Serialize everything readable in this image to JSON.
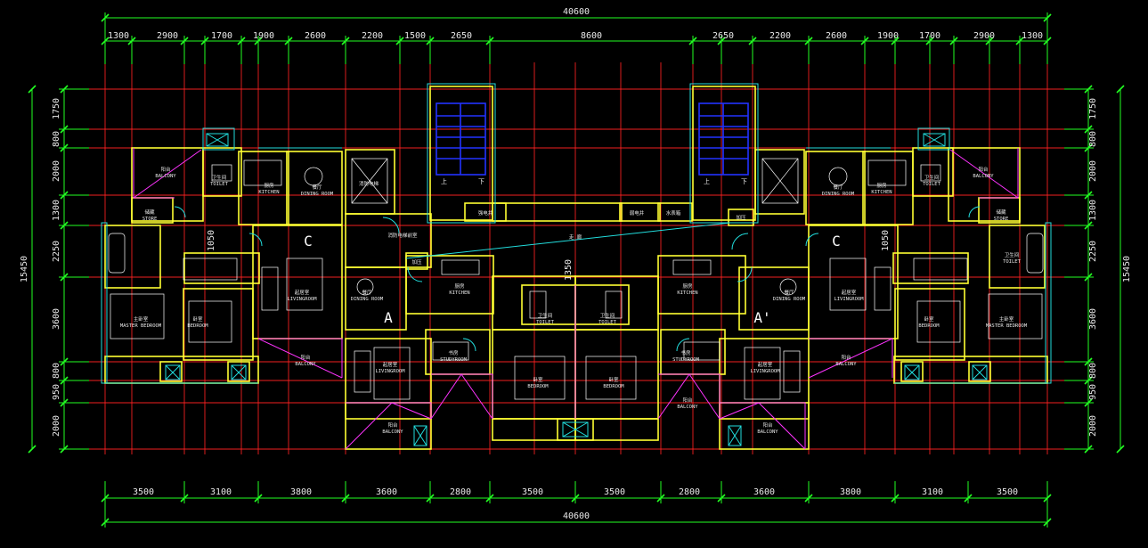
{
  "colors": {
    "background": "#000000",
    "dimension": "#22ff22",
    "axis": "#ff2222",
    "wall": "#ffff33",
    "window": "#22dddd",
    "balcony_outline": "#ff33ff",
    "text": "#e8e8e8",
    "stair": "#2233ff"
  },
  "dimensions": {
    "top_total": "40600",
    "top_segments": [
      "1300",
      "2900",
      "1700",
      "1900",
      "2600",
      "2200",
      "1500",
      "2650",
      "8600",
      "2650",
      "2200",
      "2600",
      "1900",
      "1700",
      "2900",
      "1300"
    ],
    "bottom_segments": [
      "3500",
      "3100",
      "3800",
      "3600",
      "2800",
      "3500",
      "3500",
      "2800",
      "3600",
      "3800",
      "3100",
      "3500"
    ],
    "bottom_total": "40600",
    "left_segments": [
      "1750",
      "800",
      "2000",
      "1300",
      "2250",
      "3600",
      "800",
      "950",
      "2000"
    ],
    "left_total": "15450",
    "right_segments": [
      "1750",
      "800",
      "2000",
      "1300",
      "2250",
      "3600",
      "800",
      "950",
      "2000"
    ],
    "right_total": "15450",
    "inner_1050_left": "1050",
    "inner_1050_right": "1050",
    "inner_1350": "1350"
  },
  "unit_labels": {
    "left_c": "C",
    "a": "A",
    "a_prime": "A'",
    "right_c": "C"
  },
  "rooms": [
    {
      "cn": "阳台",
      "en": "BALCONY"
    },
    {
      "cn": "卫生间",
      "en": "TOILET"
    },
    {
      "cn": "厨房",
      "en": "KITCHEN"
    },
    {
      "cn": "餐厅",
      "en": "DINING ROOM"
    },
    {
      "cn": "储藏",
      "en": "STORE"
    },
    {
      "cn": "主卧室",
      "en": "MASTER BEDROOM"
    },
    {
      "cn": "卧室",
      "en": "BEDROOM"
    },
    {
      "cn": "起居室",
      "en": "LIVINGROOM"
    },
    {
      "cn": "阳台",
      "en": "BALCONY"
    },
    {
      "cn": "消防电梯",
      "en": ""
    },
    {
      "cn": "消防电梯前室",
      "en": ""
    },
    {
      "cn": "餐厅",
      "en": "DINING ROOM"
    },
    {
      "cn": "厨房",
      "en": "KITCHEN"
    },
    {
      "cn": "起居室",
      "en": "LIVINGROOM"
    },
    {
      "cn": "书房",
      "en": "STUDYROOM"
    },
    {
      "cn": "阳台",
      "en": "BALCONY"
    },
    {
      "cn": "卫生间",
      "en": "TOILET"
    },
    {
      "cn": "卧室",
      "en": "BEDROOM"
    },
    {
      "cn": "强电井",
      "en": ""
    },
    {
      "cn": "弱电井",
      "en": ""
    },
    {
      "cn": "水表箱",
      "en": ""
    },
    {
      "cn": "卫生间",
      "en": "TOILET"
    },
    {
      "cn": "卧室",
      "en": "BEDROOM"
    },
    {
      "cn": "厨房",
      "en": "KITCHEN"
    },
    {
      "cn": "餐厅",
      "en": "DINING ROOM"
    },
    {
      "cn": "书房",
      "en": "STUDYROOM"
    },
    {
      "cn": "起居室",
      "en": "LIVINGROOM"
    },
    {
      "cn": "阳台",
      "en": "BALCONY"
    },
    {
      "cn": "阳台",
      "en": "BALCONY"
    },
    {
      "cn": "餐厅",
      "en": "DINING ROOM"
    },
    {
      "cn": "厨房",
      "en": "KITCHEN"
    },
    {
      "cn": "卫生间",
      "en": "TOILET"
    },
    {
      "cn": "阳台",
      "en": "BALCONY"
    },
    {
      "cn": "储藏",
      "en": "STORE"
    },
    {
      "cn": "起居室",
      "en": "LIVINGROOM"
    },
    {
      "cn": "卫生间",
      "en": "TOILET"
    },
    {
      "cn": "卧室",
      "en": "BEDROOM"
    },
    {
      "cn": "主卧室",
      "en": "MASTER BEDROOM"
    },
    {
      "cn": "阳台",
      "en": "BALCONY"
    }
  ],
  "stair_labels": {
    "left_up": "上",
    "left_down": "下",
    "right_up": "上",
    "right_down": "下"
  },
  "misc": {
    "corridor": "走 廊",
    "small_left": "加压",
    "small_right": "加压"
  }
}
